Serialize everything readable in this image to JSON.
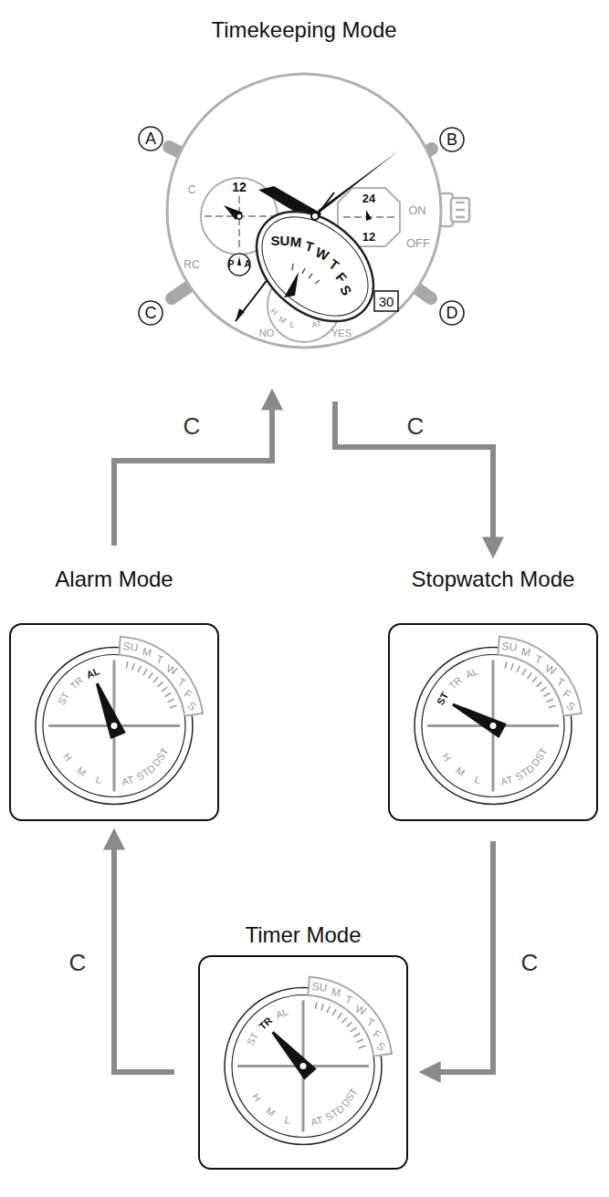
{
  "diagram": {
    "nodes": [
      {
        "text": [
          "Timekeeping Mode"
        ]
      },
      {
        "text": [
          "Alarm Mode"
        ]
      },
      {
        "text": [
          "Stopwatch Mode"
        ]
      },
      {
        "text": [
          "Timer Mode"
        ]
      }
    ],
    "edges": [
      {
        "from": 0,
        "to": 2,
        "label": "C",
        "arrow": "to"
      },
      {
        "from": 2,
        "to": 3,
        "label": "C",
        "arrow": "to"
      },
      {
        "from": 3,
        "to": 1,
        "label": "C",
        "arrow": "to"
      },
      {
        "from": 1,
        "to": 0,
        "label": "C",
        "arrow": "to"
      }
    ],
    "labels": [
      "A",
      "B",
      "C",
      "D",
      "C",
      "RC",
      "12",
      "P",
      "A",
      "24",
      "12",
      "ON",
      "OFF",
      "SU",
      "M",
      "T",
      "W",
      "T",
      "F",
      "S",
      "30",
      "H",
      "M",
      "L",
      "AT",
      "NO",
      "YES",
      "SU",
      "M",
      "T",
      "W",
      "T",
      "F",
      "S",
      "ST",
      "TR",
      "AL",
      "H",
      "M",
      "L",
      "AT",
      "STD",
      "DST",
      "SU",
      "M",
      "T",
      "W",
      "T",
      "F",
      "S",
      "ST",
      "TR",
      "AL",
      "H",
      "M",
      "L",
      "AT",
      "STD",
      "DST",
      "SU",
      "M",
      "T",
      "W",
      "T",
      "F",
      "S",
      "ST",
      "TR",
      "AL",
      "H",
      "M",
      "L",
      "AT",
      "STD",
      "DST"
    ]
  }
}
